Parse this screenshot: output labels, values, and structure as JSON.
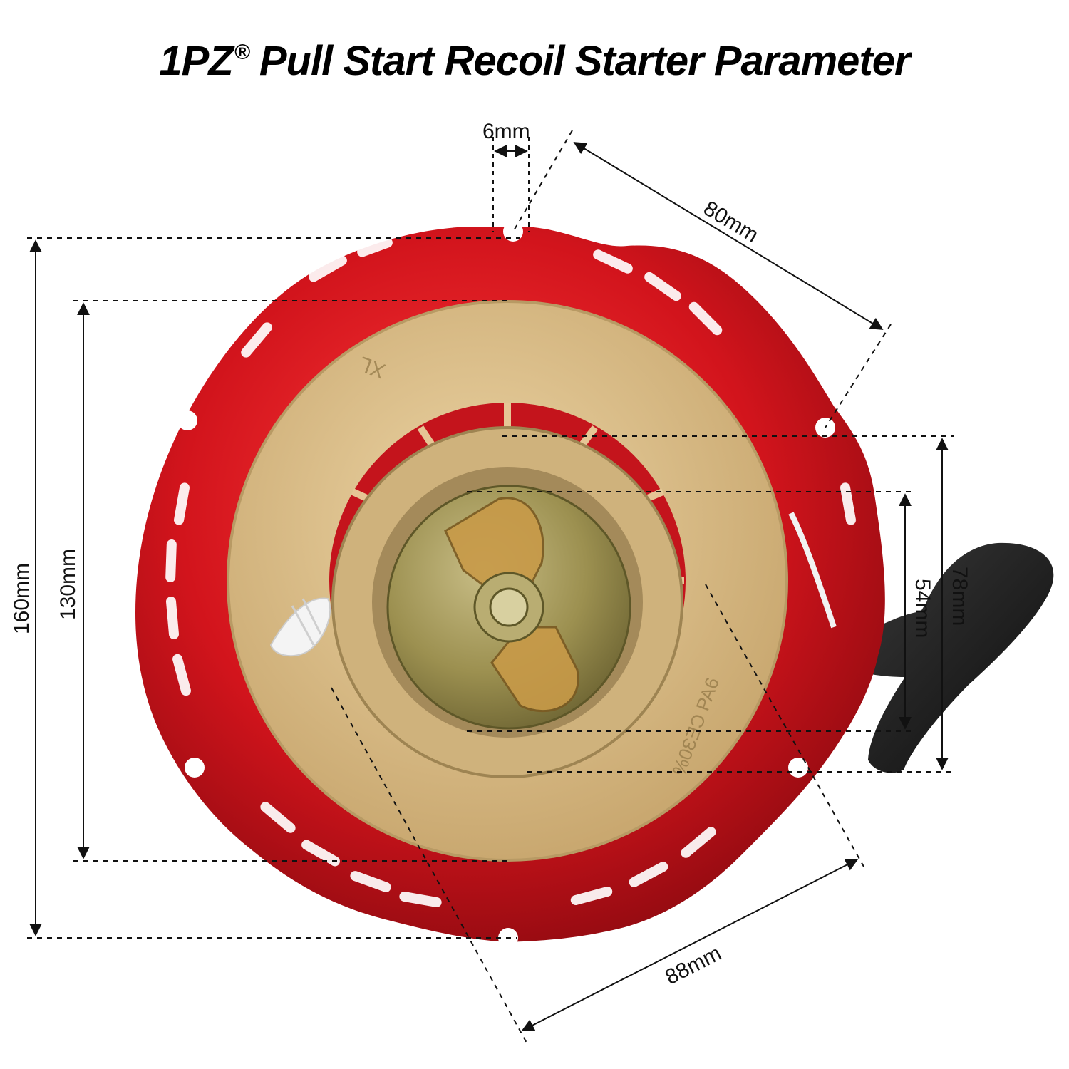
{
  "title": {
    "brand": "1PZ",
    "trademark": "®",
    "text": "Pull Start Recoil Starter Parameter"
  },
  "dimensions": {
    "hole_diameter": "6mm",
    "hole_spacing": "80mm",
    "overall_height": "160mm",
    "inner_cover_height": "130mm",
    "pulley_outer_height": "78mm",
    "pulley_inner_height": "54mm",
    "diagonal_width": "88mm"
  },
  "part_markings": {
    "size_mark": "XL",
    "material_mark": "%0ƐƎƆ PA6"
  },
  "colors": {
    "housing_red": "#d2141c",
    "housing_dark": "#8e0a10",
    "cover_tan": "#dcbf8a",
    "cover_shadow": "#b89a64",
    "hub_metal": "#a49a5c",
    "handle_black": "#1a1a1a",
    "dimension_line": "#111111"
  }
}
